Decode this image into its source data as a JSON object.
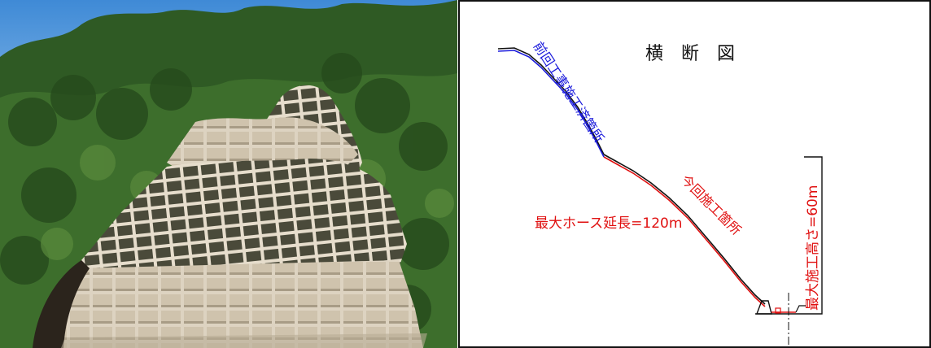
{
  "diagram": {
    "title": "横　断　図",
    "previous_work_label": "前回工事施工済箇所",
    "current_work_label": "今回施工箇所",
    "max_hose_label": "最大ホース延長=120m",
    "max_height_label": "最大施工高さ=60m",
    "colors": {
      "previous": "#1a1adb",
      "current": "#e01010",
      "line": "#111111"
    }
  }
}
